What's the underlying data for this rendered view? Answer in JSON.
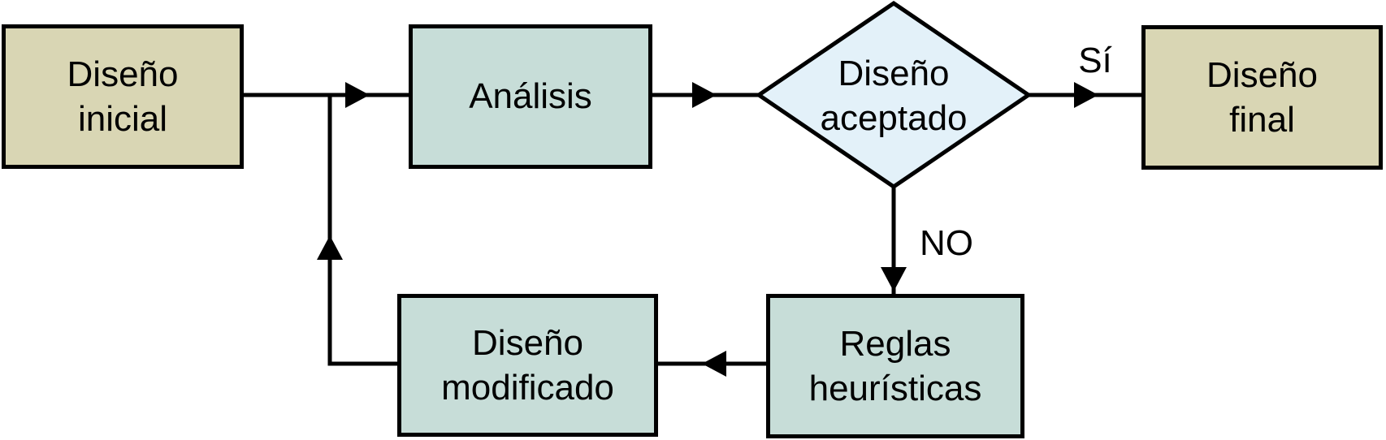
{
  "diagram": {
    "type": "flowchart",
    "language": "es",
    "description": "Iterative design evaluation loop",
    "nodes": {
      "inicial": {
        "label": "Diseño inicial",
        "line1": "Diseño",
        "line2": "inicial",
        "shape": "rectangle"
      },
      "analisis": {
        "label": "Análisis",
        "line1": "Análisis",
        "shape": "rectangle"
      },
      "aceptado": {
        "label": "Diseño aceptado",
        "line1": "Diseño",
        "line2": "aceptado",
        "shape": "diamond"
      },
      "final": {
        "label": "Diseño final",
        "line1": "Diseño",
        "line2": "final",
        "shape": "rectangle"
      },
      "reglas": {
        "label": "Reglas heurísticas",
        "line1": "Reglas",
        "line2": "heurísticas",
        "shape": "rectangle"
      },
      "modificado": {
        "label": "Diseño modificado",
        "line1": "Diseño",
        "line2": "modificado",
        "shape": "rectangle"
      }
    },
    "edge_labels": {
      "yes": "Sí",
      "no": "NO"
    },
    "edges": [
      {
        "from": "inicial",
        "to": "analisis",
        "label": ""
      },
      {
        "from": "analisis",
        "to": "aceptado",
        "label": ""
      },
      {
        "from": "aceptado",
        "to": "final",
        "label": "Sí"
      },
      {
        "from": "aceptado",
        "to": "reglas",
        "label": "NO"
      },
      {
        "from": "reglas",
        "to": "modificado",
        "label": ""
      },
      {
        "from": "modificado",
        "to": "analisis",
        "label": ""
      }
    ],
    "colors": {
      "background": "#ffffff",
      "line": "#000000",
      "text": "#000000",
      "rect_tan": "#d9d6b4",
      "rect_teal": "#c7ddd8",
      "diamond_blue": "#e3f1f9"
    }
  }
}
